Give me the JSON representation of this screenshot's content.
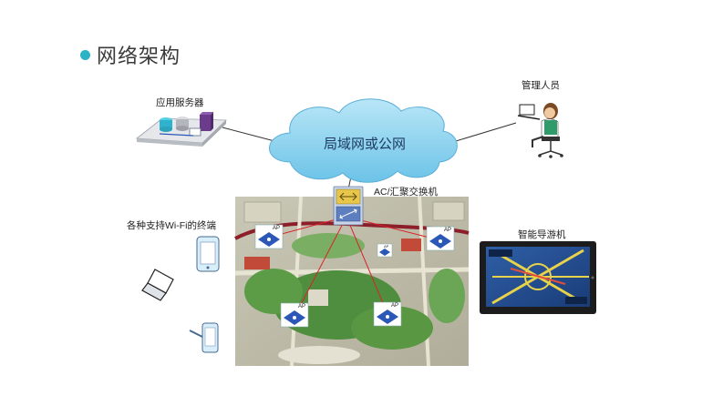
{
  "slide": {
    "title": "网络架构",
    "accent_color": "#2bb3c6"
  },
  "diagram": {
    "cloud_label": "局域网或公网",
    "server_label": "应用服务器",
    "admin_label": "管理人员",
    "switch_label": "AC/汇聚交换机",
    "terminals_label": "各种支持Wi-Fi的终端",
    "guide_label": "智能导游机",
    "ap_labels": [
      "AP",
      "AP",
      "AP",
      "AP",
      "AP"
    ],
    "icons": [
      "application-server-icon",
      "admin-person-icon",
      "ac-switch-icon",
      "access-point-icon",
      "tablet-icon",
      "laptop-icon",
      "phone-icon",
      "gps-guide-device-icon"
    ]
  }
}
